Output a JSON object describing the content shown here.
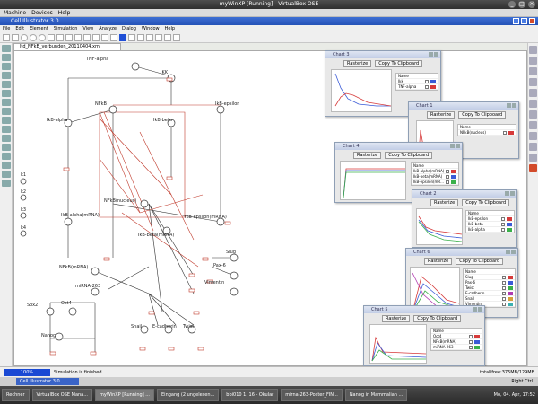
{
  "vbox": {
    "title": "myWinXP [Running] - VirtualBox OSE",
    "menu": [
      "Machine",
      "Devices",
      "Help"
    ],
    "status_right": "Right Ctrl"
  },
  "app": {
    "title": "Cell Illustrator 3.0",
    "menu": [
      "File",
      "Edit",
      "Element",
      "Simulation",
      "View",
      "Analyze",
      "Dialog",
      "Window",
      "Help"
    ],
    "doc_tab": "ltd_NFkB_verbunden_20110404.xml",
    "progress": "100%",
    "progress_value": 100,
    "status_text": "Simulation is finished.",
    "status_right": "total/free:375MB/129MB",
    "taskbar_btn": "Cell Illustrator 3.0"
  },
  "nodes": [
    {
      "label": "TNF-alpha"
    },
    {
      "label": "IKK"
    },
    {
      "label": "NFkB"
    },
    {
      "label": "IkB-alpha"
    },
    {
      "label": "IkB-beta"
    },
    {
      "label": "IkB-epsilon"
    },
    {
      "label": "k1"
    },
    {
      "label": "k2"
    },
    {
      "label": "k3"
    },
    {
      "label": "k4"
    },
    {
      "label": "NFkB(nucleus)"
    },
    {
      "label": "IkB-alpha(mRNA)"
    },
    {
      "label": "IkB-beta(mRNA)"
    },
    {
      "label": "IkB-epsilon(mRNA)"
    },
    {
      "label": "Slug"
    },
    {
      "label": "Pax-6"
    },
    {
      "label": "Vimentin"
    },
    {
      "label": "NFkB(mRNA)"
    },
    {
      "label": "miRNA-263"
    },
    {
      "label": "Sox2"
    },
    {
      "label": "Oct4"
    },
    {
      "label": "Nanog"
    },
    {
      "label": "Snail"
    },
    {
      "label": "E-cadherin"
    },
    {
      "label": "Twist"
    }
  ],
  "charts": [
    {
      "title": "Chart 3",
      "btn1": "Rasterize",
      "btn2": "Copy To Clipboard",
      "legend": {
        "header": "Name",
        "header2": "C...",
        "rows": [
          "Ikk",
          "TNF-alpha"
        ],
        "colors": [
          "#3a5ad6",
          "#d63a3a"
        ]
      }
    },
    {
      "title": "Chart 1",
      "btn1": "Rasterize",
      "btn2": "Copy To Clipboard",
      "legend": {
        "header": "Name",
        "header2": "C...",
        "rows": [
          "NFkB(nucleus)"
        ],
        "colors": [
          "#d63a3a"
        ]
      }
    },
    {
      "title": "Chart 4",
      "btn1": "Rasterize",
      "btn2": "Copy To Clipboard",
      "legend": {
        "header": "Name",
        "header2": "C...",
        "rows": [
          "IkB-alpha(mRNA)",
          "IkB-beta(mRNA)",
          "IkB-epsilon(mR..."
        ],
        "colors": [
          "#d63a3a",
          "#3a5ad6",
          "#3ab04a"
        ]
      }
    },
    {
      "title": "Chart 2",
      "btn1": "Rasterize",
      "btn2": "Copy To Clipboard",
      "legend": {
        "header": "Name",
        "header2": "C...",
        "rows": [
          "IkB-epsilon",
          "IkB-beta",
          "IkB-alpha"
        ],
        "colors": [
          "#d63a3a",
          "#3a5ad6",
          "#3ab04a"
        ]
      }
    },
    {
      "title": "Chart 6",
      "btn1": "Rasterize",
      "btn2": "Copy To Clipboard",
      "legend": {
        "header": "Name",
        "header2": "C...",
        "rows": [
          "Slug",
          "Pax-6",
          "Twist",
          "E-cadherin",
          "Snail",
          "Vimentin"
        ],
        "colors": [
          "#d63a3a",
          "#3a5ad6",
          "#3ab04a",
          "#b03ab0",
          "#d6a03a",
          "#3ab0b0"
        ]
      }
    },
    {
      "title": "Chart 5",
      "btn1": "Rasterize",
      "btn2": "Copy To Clipboard",
      "legend": {
        "header": "Name",
        "header2": "C...",
        "rows": [
          "Oct4",
          "NFkB(mRNA)",
          "miRNA-263"
        ],
        "colors": [
          "#d63a3a",
          "#3a5ad6",
          "#3ab04a"
        ]
      }
    }
  ],
  "taskbar": {
    "items": [
      "Rechner",
      "VirtualBox OSE Mana...",
      "myWinXP [Running] ...",
      "Eingang (2 ungelesen...",
      "bbi010 1. 16 - Okular",
      "mirna-263-Poster_FIN...",
      "Nanog in Mammalian ..."
    ],
    "clock": "Mo, 04. Apr, 17:52"
  }
}
